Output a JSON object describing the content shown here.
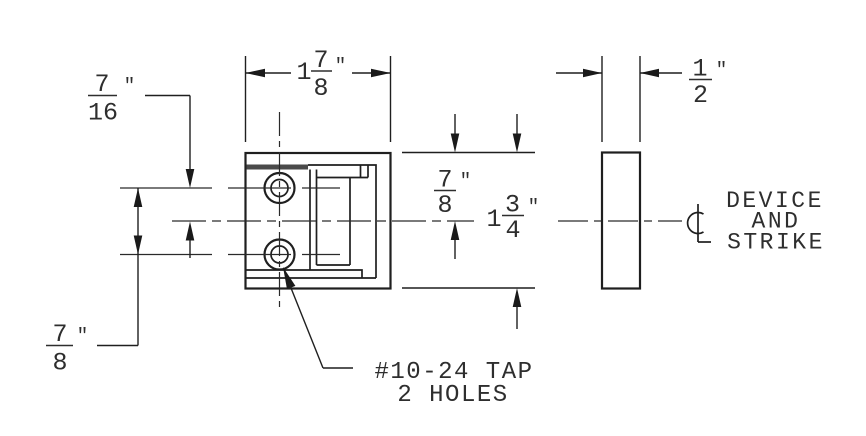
{
  "dims": {
    "top_width": {
      "whole": "1",
      "num": "7",
      "den": "8",
      "unit": "\""
    },
    "hole_offset": {
      "num": "7",
      "den": "16",
      "unit": "\""
    },
    "hole_spacing": {
      "num": "7",
      "den": "8",
      "unit": "\""
    },
    "strike_offset": {
      "num": "7",
      "den": "8",
      "unit": "\""
    },
    "overall_height": {
      "whole": "1",
      "num": "3",
      "den": "4",
      "unit": "\""
    },
    "thickness": {
      "num": "1",
      "den": "2",
      "unit": "\""
    }
  },
  "notes": {
    "tap": {
      "line1": "#10-24 TAP",
      "line2": "2 HOLES"
    },
    "centerline": {
      "line1": "DEVICE",
      "line2": "AND",
      "line3": "STRIKE"
    }
  },
  "colors": {
    "line": "#1f1f1f",
    "thick_bar": "#4a4a4a",
    "text": "#2e2e2e",
    "background": "#ffffff"
  }
}
